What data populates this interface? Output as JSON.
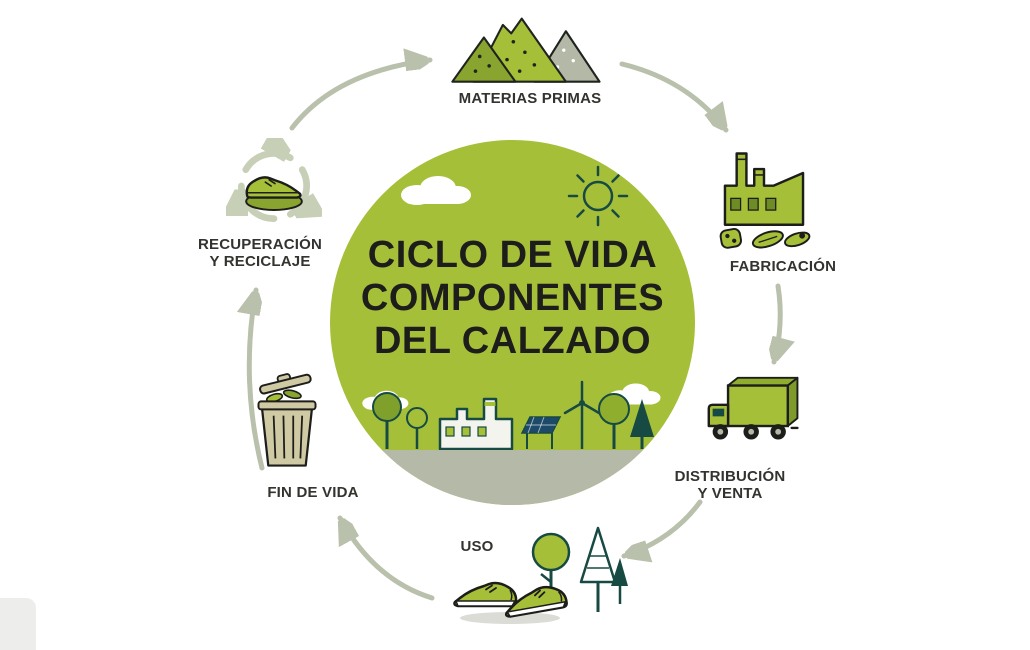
{
  "title": {
    "line1": "CICLO DE VIDA",
    "line2": "COMPONENTES",
    "line3": "DEL CALZADO"
  },
  "stages": {
    "materias_primas": {
      "label": "MATERIAS PRIMAS",
      "lines": [
        "MATERIAS PRIMAS"
      ],
      "icon": "mountains-icon"
    },
    "fabricacion": {
      "label": "FABRICACIÓN",
      "lines": [
        "FABRICACIÓN"
      ],
      "icon": "factory-icon"
    },
    "distribucion": {
      "label": "DISTRIBUCIÓN Y VENTA",
      "lines": [
        "DISTRIBUCIÓN",
        "Y VENTA"
      ],
      "icon": "truck-icon"
    },
    "uso": {
      "label": "USO",
      "lines": [
        "USO"
      ],
      "icon": "shoes-trees-icon"
    },
    "fin_de_vida": {
      "label": "FIN DE VIDA",
      "lines": [
        "FIN DE VIDA"
      ],
      "icon": "trash-can-icon"
    },
    "recuperacion": {
      "label": "RECUPERACIÓN Y RECICLAJE",
      "lines": [
        "RECUPERACIÓN",
        "Y RECICLAJE"
      ],
      "icon": "recycle-shoe-icon"
    }
  },
  "cycle_order": [
    "MATERIAS PRIMAS",
    "FABRICACIÓN",
    "DISTRIBUCIÓN Y VENTA",
    "USO",
    "FIN DE VIDA",
    "RECUPERACIÓN Y RECICLAJE"
  ],
  "colors": {
    "circle_green": "#a6bf39",
    "icon_green": "#a6bf39",
    "olive_green": "#8aa52f",
    "outline_dark": "#1d1d1b",
    "teal_outline": "#174a43",
    "arrow_gray": "#b9c0ab",
    "mountain_gray": "#b3b9a6",
    "trash_khaki": "#cfcaa3",
    "recycle_pale": "#c7cfb6",
    "ground_gray": "#b5b9a8",
    "label_text": "#33332f"
  }
}
